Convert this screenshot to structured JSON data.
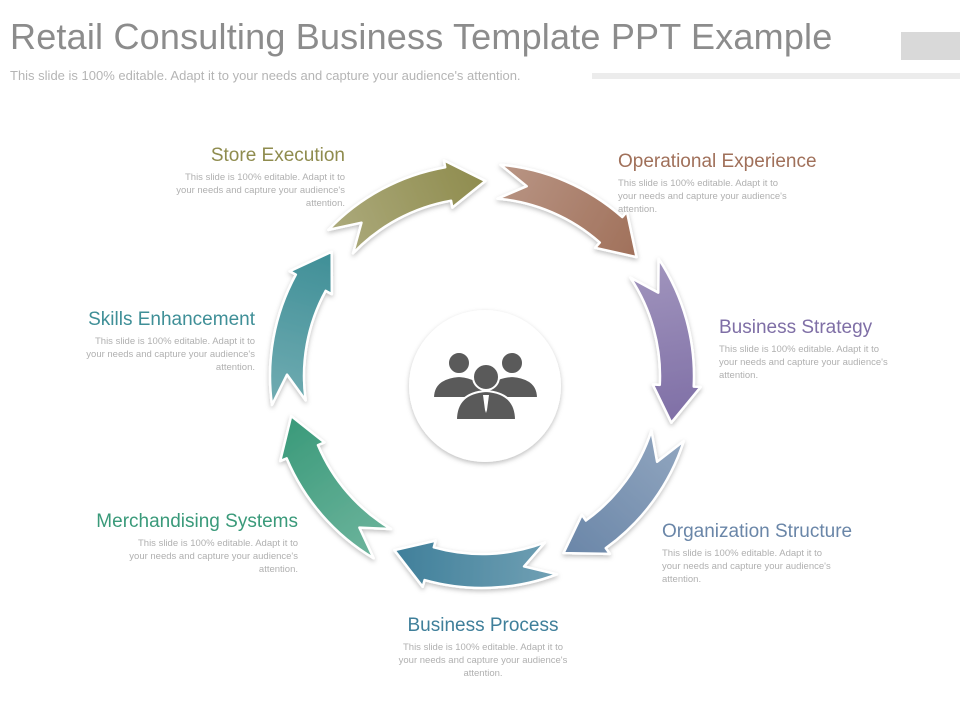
{
  "header": {
    "title": "Retail Consulting Business Template PPT Example",
    "subtitle": "This slide is 100% editable. Adapt it to your needs and capture your audience's attention."
  },
  "center": {
    "icon": "people-group-icon"
  },
  "steps": [
    {
      "title": "Operational Experience",
      "desc": "This slide is 100% editable. Adapt it to your needs and capture your audience's attention.",
      "color": "#a0705a"
    },
    {
      "title": "Business Strategy",
      "desc": "This slide is 100% editable. Adapt it to your needs and capture your audience's attention.",
      "color": "#7f6fa6"
    },
    {
      "title": "Organization Structure",
      "desc": "This slide is 100% editable. Adapt it to your needs and capture your audience's attention.",
      "color": "#6a86a8"
    },
    {
      "title": "Business Process",
      "desc": "This slide is 100% editable. Adapt it to your needs and capture your audience's attention.",
      "color": "#3f7f9a"
    },
    {
      "title": "Merchandising Systems",
      "desc": "This slide is 100% editable. Adapt it to your needs and capture your audience's attention.",
      "color": "#3a9a7a"
    },
    {
      "title": "Skills Enhancement",
      "desc": "This slide is 100% editable. Adapt it to your needs and capture your audience's attention.",
      "color": "#3f8f97"
    },
    {
      "title": "Store Execution",
      "desc": "This slide is 100% editable. Adapt it to your needs and capture your audience's attention.",
      "color": "#8f8c4e"
    }
  ]
}
